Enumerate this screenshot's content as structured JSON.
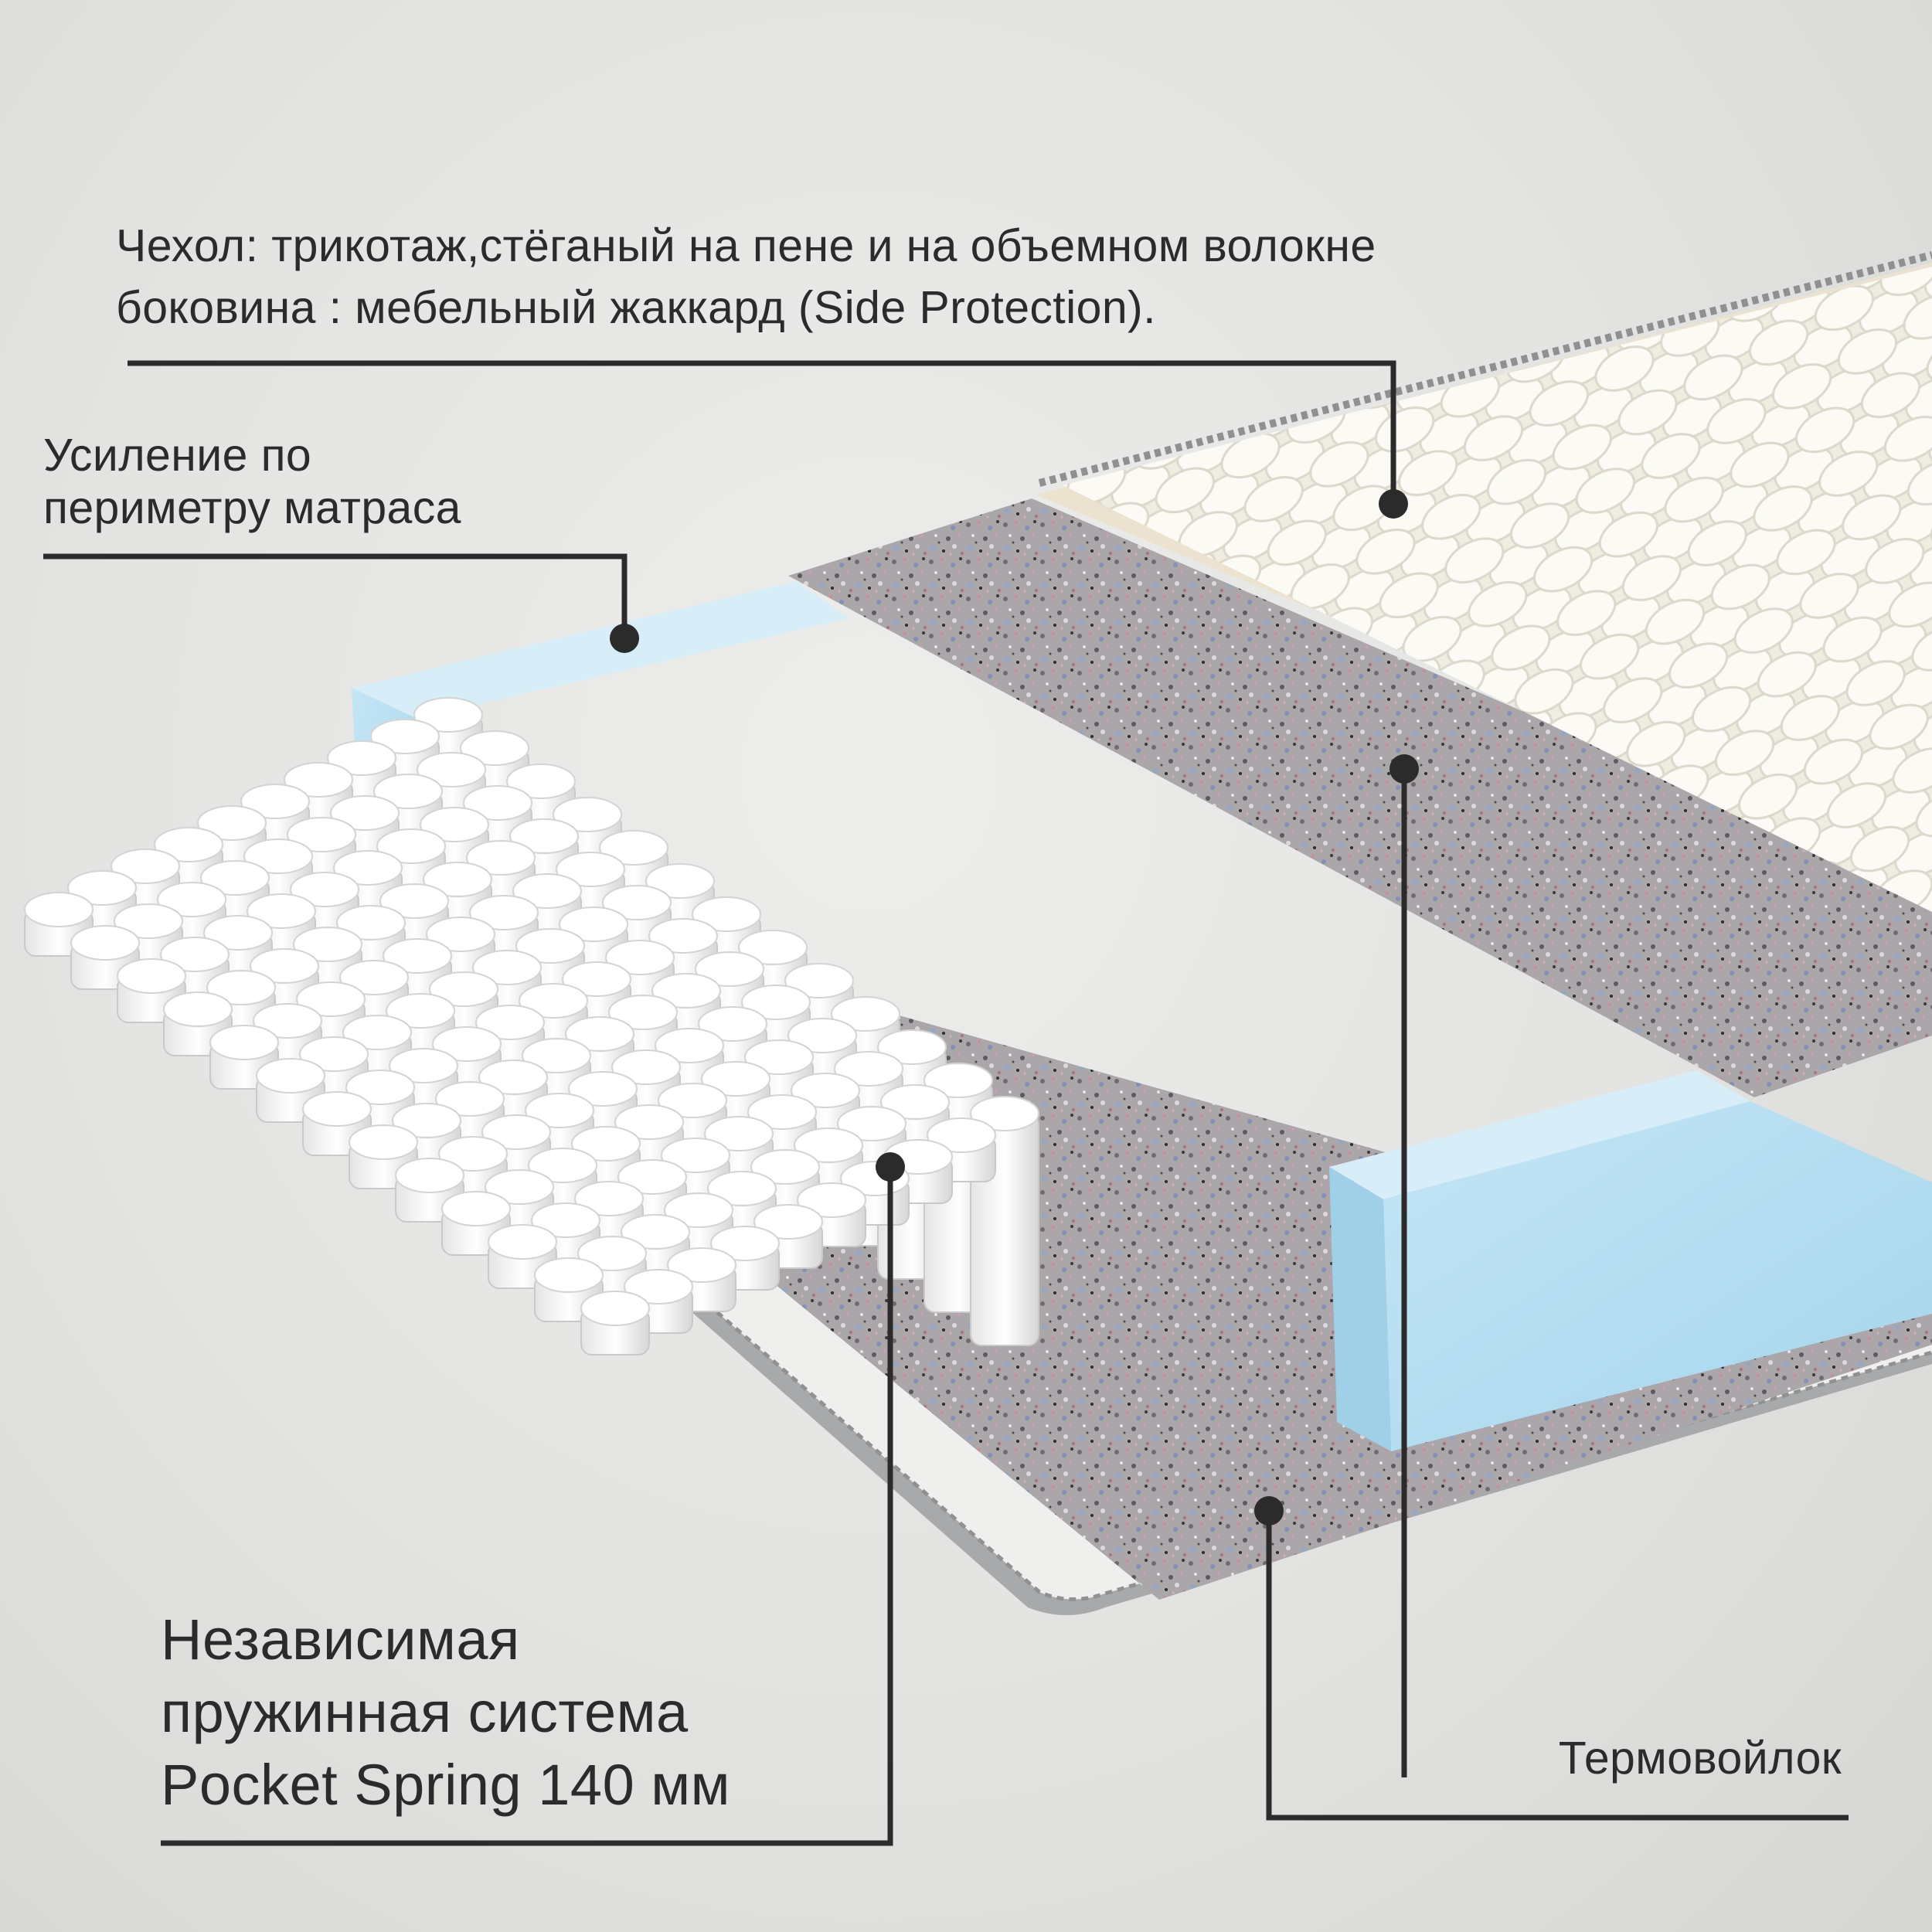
{
  "labels": {
    "cover": {
      "line1": "Чехол: трикотаж,стёганый на пене и на объемном волокне",
      "line2": "боковина : мебельный жаккард (Side Protection)."
    },
    "perimeter": {
      "line1": "Усиление по",
      "line2": "периметру матраса"
    },
    "springs": {
      "line1": "Независимая",
      "line2": "пружинная система",
      "line3": "Pocket Spring 140 мм"
    },
    "felt": {
      "line1": "Термовойлок"
    }
  },
  "colors": {
    "foam": "#b6def1",
    "springs": "#ffffff",
    "felt": "#a8a4a8",
    "quilt": "#f4f1e8",
    "leader": "#2b2b2b"
  },
  "icons": [
    "pocket-spring-icon",
    "quilted-cover-icon",
    "foam-frame-icon",
    "felt-layer-icon"
  ]
}
